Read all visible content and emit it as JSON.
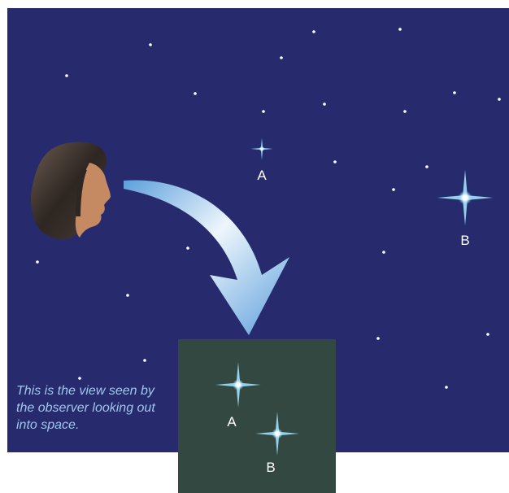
{
  "labels": {
    "space_star_a": "A",
    "space_star_b": "B",
    "view_star_a": "A",
    "view_star_b": "B"
  },
  "caption": "This is the view seen by the observer looking out into space.",
  "colors": {
    "space_background": "#272b6e",
    "view_panel": "#334840",
    "star_glow": "#8fd2ec",
    "caption_text": "#9fc6ec",
    "arrow_light": "#eef6fc",
    "arrow_dark": "#5c9fdc"
  }
}
